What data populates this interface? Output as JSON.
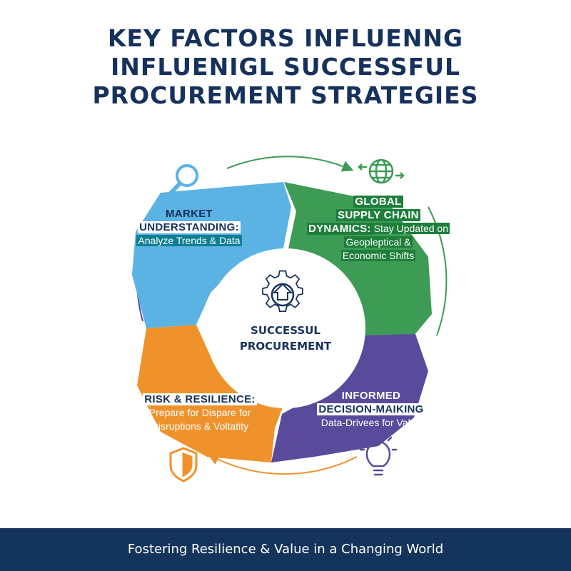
{
  "title": {
    "line1": "KEY FACTORS INFLUENNG",
    "line2": "INFLUENIGL SUCCESSFUL",
    "line3": "PROCUREMENT STRATEGIES"
  },
  "center": {
    "line1": "SUCCESSUL",
    "line2": "PROCUREMENT",
    "icon": "gear-arrow-up-icon"
  },
  "segments": {
    "market": {
      "head1": "MARKET",
      "head2": "UNDERSTANDING:",
      "body1": "Analyze Trends & Data",
      "color": "#5bb3e4",
      "icon": "magnifier-icon"
    },
    "global": {
      "head1": "GLOBAL",
      "head2": "SUPPLY CHAIN",
      "head3": "DYNAMICS:",
      "body1": "Stay Updated on",
      "body2": "Geopleptical &",
      "body3": "Economic Shifts",
      "color": "#3d9b55",
      "icon": "globe-arrows-icon"
    },
    "informed": {
      "head1": "INFORMED",
      "head2": "DECISION-MAIKING",
      "body1": "Data-Drivees for Value",
      "color": "#5a4a9c",
      "icon": "lightbulb-icon"
    },
    "risk": {
      "head1": "RISK & RESILIENCE:",
      "body1": "Prepare for Dispare for",
      "body2": "Disruptions & Voltatity",
      "color": "#f0922c",
      "icon": "shield-icon"
    }
  },
  "footer": {
    "text": "Fostering Resilience & Value in a Changing World"
  },
  "colors": {
    "title": "#16315c",
    "footer_bg": "#15345d",
    "ring": "#5a4a9c"
  }
}
